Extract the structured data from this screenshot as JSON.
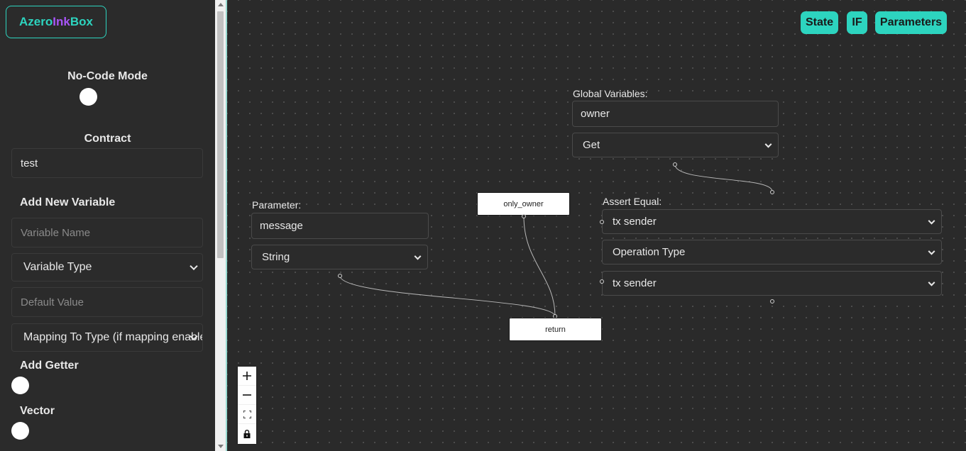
{
  "app": {
    "logo": {
      "part1": "Azero",
      "part2": "Ink",
      "part3": "Box"
    }
  },
  "sidebar": {
    "no_code_mode_label": "No-Code Mode",
    "contract_label": "Contract",
    "contract_value": "test",
    "add_variable_heading": "Add New Variable",
    "variable_name_placeholder": "Variable Name",
    "variable_type_selected": "Variable Type",
    "default_value_placeholder": "Default Value",
    "mapping_type_selected": "Mapping To Type (if mapping enabled)",
    "add_getter_label": "Add Getter",
    "vector_label": "Vector"
  },
  "toolbar": {
    "state_label": "State",
    "if_label": "IF",
    "parameters_label": "Parameters"
  },
  "nodes": {
    "global_variables": {
      "label": "Global Variables:",
      "value": "owner",
      "operation_selected": "Get"
    },
    "parameter": {
      "label": "Parameter:",
      "value": "message",
      "type_selected": "String"
    },
    "only_owner": {
      "label": "only_owner"
    },
    "return": {
      "label": "return"
    },
    "assert_equal": {
      "label": "Assert Equal:",
      "left_selected": "tx sender",
      "operation_selected": "Operation Type",
      "right_selected": "tx sender"
    }
  },
  "controls": {
    "zoom_in": "+",
    "zoom_out": "−"
  },
  "colors": {
    "accent": "#2dd4bf",
    "logo_ink": "#a855f7",
    "background": "#2a2a2a"
  }
}
